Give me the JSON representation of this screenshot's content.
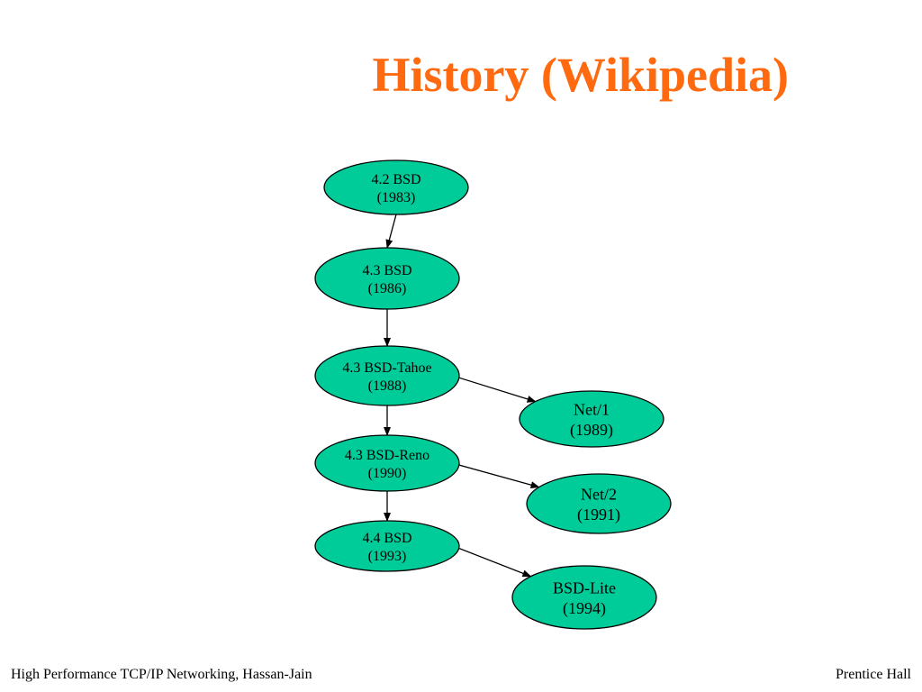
{
  "slide": {
    "title": "History (Wikipedia)",
    "footer_left": "High Performance TCP/IP Networking, Hassan-Jain",
    "footer_right": "Prentice Hall"
  },
  "colors": {
    "title": "#ff6a10",
    "node_fill": "#00cc99",
    "node_stroke": "#000000",
    "edge": "#000000",
    "text": "#000000"
  },
  "diagram": {
    "nodes": [
      {
        "id": "bsd42",
        "name": "4.2 BSD",
        "year": "(1983)"
      },
      {
        "id": "bsd43",
        "name": "4.3 BSD",
        "year": "(1986)"
      },
      {
        "id": "tahoe",
        "name": "4.3 BSD-Tahoe",
        "year": "(1988)"
      },
      {
        "id": "reno",
        "name": "4.3 BSD-Reno",
        "year": "(1990)"
      },
      {
        "id": "bsd44",
        "name": "4.4 BSD",
        "year": "(1993)"
      },
      {
        "id": "net1",
        "name": "Net/1",
        "year": "(1989)"
      },
      {
        "id": "net2",
        "name": "Net/2",
        "year": "(1991)"
      },
      {
        "id": "lite",
        "name": "BSD-Lite",
        "year": "(1994)"
      }
    ],
    "edges": [
      {
        "from": "bsd42",
        "to": "bsd43"
      },
      {
        "from": "bsd43",
        "to": "tahoe"
      },
      {
        "from": "tahoe",
        "to": "reno"
      },
      {
        "from": "reno",
        "to": "bsd44"
      },
      {
        "from": "tahoe",
        "to": "net1"
      },
      {
        "from": "reno",
        "to": "net2"
      },
      {
        "from": "bsd44",
        "to": "lite"
      }
    ]
  }
}
